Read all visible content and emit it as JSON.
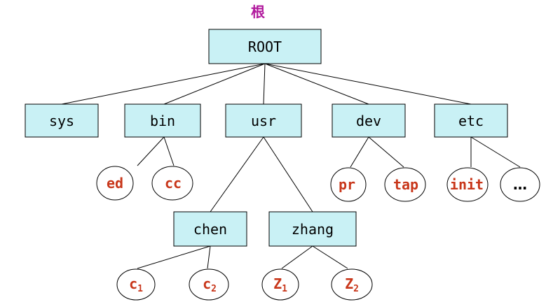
{
  "root_caption": "根",
  "colors": {
    "box_fill": "#c9f1f5",
    "box_stroke": "#000000",
    "file_text": "#c8361a",
    "caption": "#b0179c"
  },
  "directories": {
    "root": "ROOT",
    "sys": "sys",
    "bin": "bin",
    "usr": "usr",
    "dev": "dev",
    "etc": "etc",
    "chen": "chen",
    "zhang": "zhang"
  },
  "files": {
    "ed": "ed",
    "cc": "cc",
    "pr": "pr",
    "tap": "tap",
    "init": "init",
    "more": "…",
    "c1": {
      "base": "c",
      "sub": "1"
    },
    "c2": {
      "base": "c",
      "sub": "2"
    },
    "z1": {
      "base": "Z",
      "sub": "1"
    },
    "z2": {
      "base": "Z",
      "sub": "2"
    }
  }
}
